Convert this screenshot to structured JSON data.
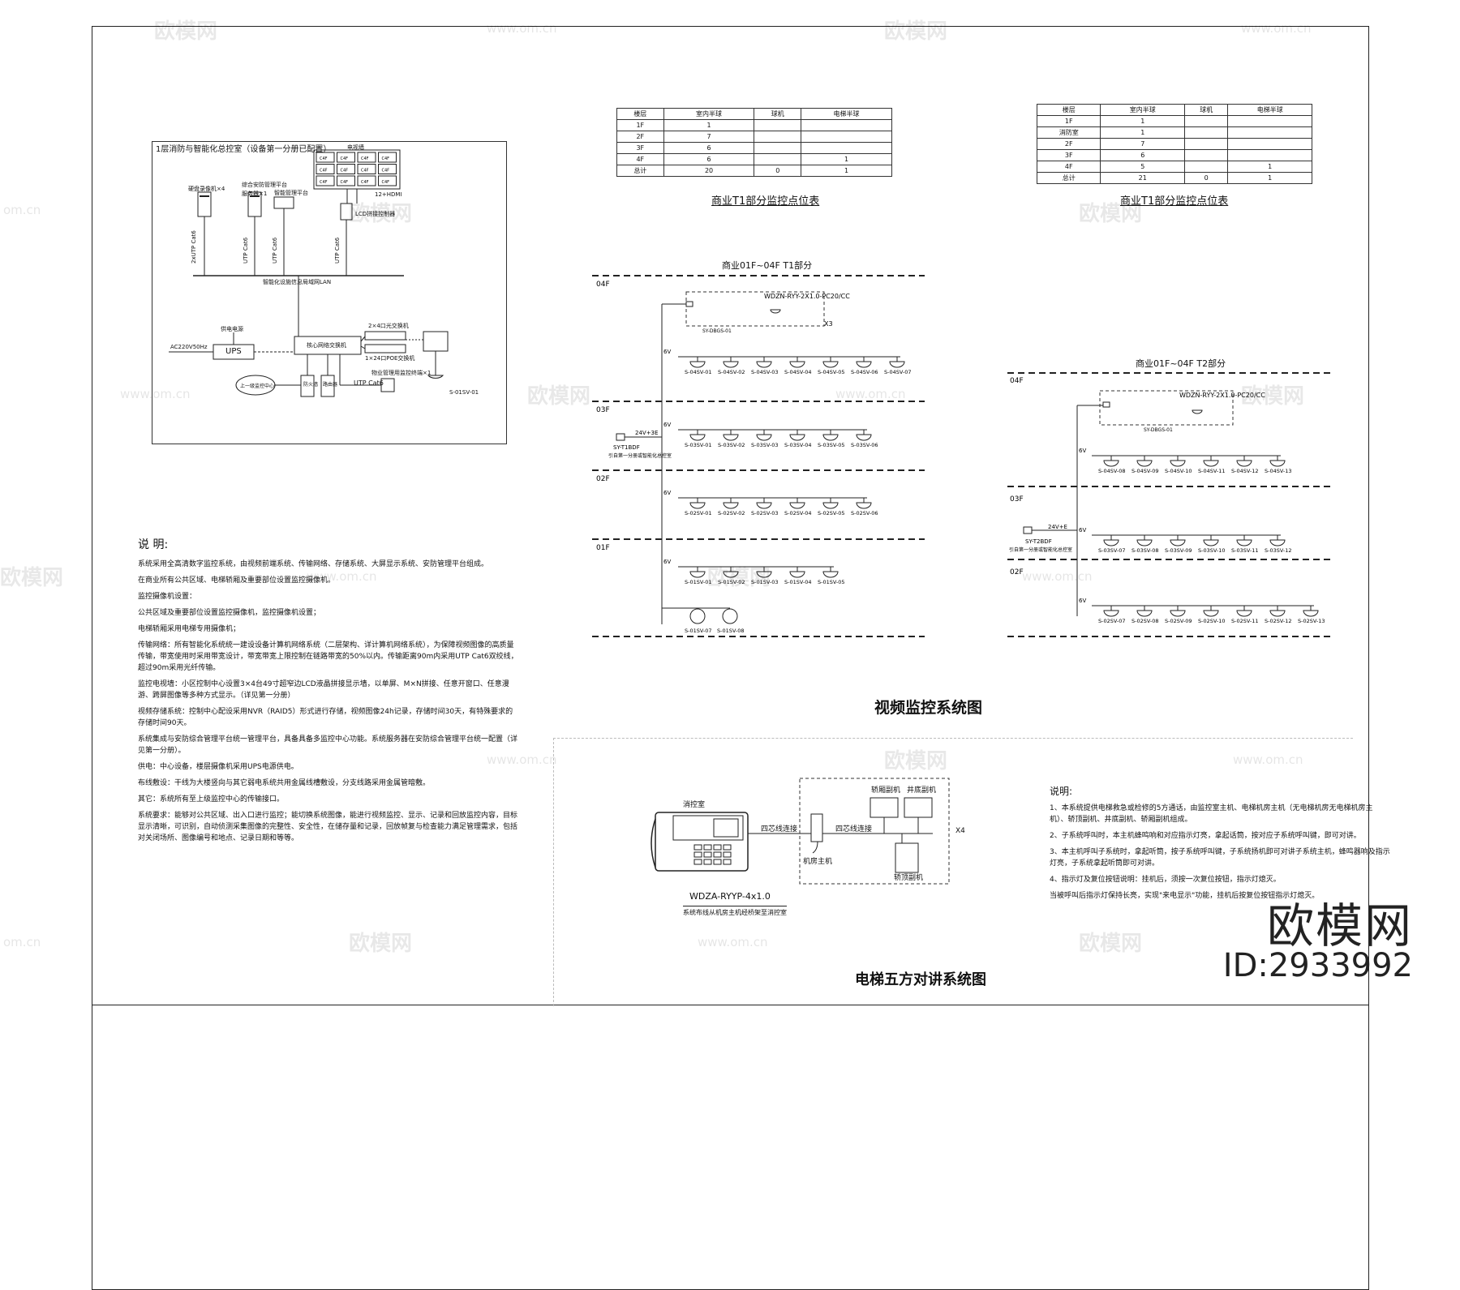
{
  "control_room": {
    "title": "1层消防与智能化总控室（设备第一分册已配置）",
    "tv_wall_label": "电视墙",
    "tv_cells": [
      "C4F",
      "C4F",
      "C4F",
      "C4F",
      "C4F",
      "C4F",
      "C4F",
      "C4F",
      "C4F",
      "C4F",
      "C4F",
      "C4F"
    ],
    "devices": [
      "硬盘录像机×4",
      "综合安防管理平台服务器×1",
      "智能管理平台",
      "12+HDMI",
      "LCD拼接控制器"
    ],
    "cables": [
      "2xUTP Cat6",
      "UTP Cat6",
      "UTP Cat6",
      "UTP Cat6"
    ],
    "network_label": "智能化设施信息局域网LAN",
    "core_switch": "核心网络交换机",
    "poe_switches": [
      "2×4口光交换机",
      "1×24口POE交换机"
    ],
    "ups": {
      "input": "AC220V50Hz",
      "label": "UPS",
      "source": "供电电源"
    },
    "cloud": "上一级监控中心",
    "firewall": "防火墙",
    "router": "路由器",
    "remote_terminal": "物业管理用监控终端×1",
    "camera_tag": "S-01SV-01",
    "utp": "UTP Cat6"
  },
  "table_t1": {
    "headers": [
      "楼层",
      "室内半球",
      "球机",
      "电梯半球"
    ],
    "rows": [
      [
        "1F",
        "1",
        "",
        ""
      ],
      [
        "2F",
        "7",
        "",
        ""
      ],
      [
        "3F",
        "6",
        "",
        ""
      ],
      [
        "4F",
        "6",
        "",
        "1"
      ],
      [
        "总计",
        "20",
        "0",
        "1"
      ]
    ],
    "caption": "商业T1部分监控点位表"
  },
  "table_t2": {
    "headers": [
      "楼层",
      "室内半球",
      "球机",
      "电梯半球"
    ],
    "rows": [
      [
        "1F",
        "1",
        "",
        ""
      ],
      [
        "消防室",
        "1",
        "",
        ""
      ],
      [
        "2F",
        "7",
        "",
        ""
      ],
      [
        "3F",
        "6",
        "",
        ""
      ],
      [
        "4F",
        "5",
        "",
        "1"
      ],
      [
        "总计",
        "21",
        "0",
        "1"
      ]
    ],
    "caption": "商业T1部分监控点位表"
  },
  "riser_t1": {
    "title": "商业01F~04F T1部分",
    "floors": [
      "04F",
      "03F",
      "02F",
      "01F"
    ],
    "cabinet_cable": "WDZN-RYY-2X1.0-PC20/CC",
    "cabinet_tag": "SY-DBGS-01",
    "x3": "X3",
    "panel": "SY-T1BDF",
    "panel_note": "引自第一分册或智能化总控室",
    "feed": "24V+3E",
    "v_label": "6V",
    "row_04f": [
      "S-04SV-01",
      "S-04SV-02",
      "S-04SV-03",
      "S-04SV-04",
      "S-04SV-05",
      "S-04SV-06",
      "S-04SV-07"
    ],
    "row_03f": [
      "S-03SV-01",
      "S-03SV-02",
      "S-03SV-03",
      "S-03SV-04",
      "S-03SV-05",
      "S-03SV-06"
    ],
    "row_02f": [
      "S-02SV-01",
      "S-02SV-02",
      "S-02SV-03",
      "S-02SV-04",
      "S-02SV-05",
      "S-02SV-06"
    ],
    "row_01f": [
      "S-01SV-01",
      "S-01SV-02",
      "S-01SV-03",
      "S-01SV-04",
      "S-01SV-05"
    ],
    "ptz": [
      "S-01SV-07",
      "S-01SV-08"
    ]
  },
  "riser_t2": {
    "title": "商业01F~04F T2部分",
    "floors": [
      "04F",
      "03F",
      "02F"
    ],
    "cabinet_cable": "WDZN-RYY-2X1.0-PC20/CC",
    "cabinet_tag": "SY-DBGS-01",
    "panel": "SY-T2BDF",
    "panel_note": "引自第一分册或智能化总控室",
    "feed": "24V+E",
    "v_label": "6V",
    "row_04f": [
      "S-04SV-08",
      "S-04SV-09",
      "S-04SV-10",
      "S-04SV-11",
      "S-04SV-12",
      "S-04SV-13"
    ],
    "row_03f": [
      "S-03SV-07",
      "S-03SV-08",
      "S-03SV-09",
      "S-03SV-10",
      "S-03SV-11",
      "S-03SV-12"
    ],
    "row_02f": [
      "S-02SV-07",
      "S-02SV-08",
      "S-02SV-09",
      "S-02SV-10",
      "S-02SV-11",
      "S-02SV-12",
      "S-02SV-13"
    ]
  },
  "video_title": "视频监控系统图",
  "notes": {
    "heading": "说  明:",
    "lines": [
      "系统采用全高清数字监控系统，由视频前端系统、传输网络、存储系统、大屏显示系统、安防管理平台组成。",
      "在商业所有公共区域、电梯轿厢及重要部位设置监控摄像机。",
      "监控摄像机设置：",
      "公共区域及重要部位设置监控摄像机，监控摄像机设置；",
      "电梯轿厢采用电梯专用摄像机；",
      "传输网络：所有智能化系统统一建设设备计算机网络系统（二层架构、详计算机网络系统），为保障视频图像的高质量传输，带宽使用时采用带宽设计，带宽带宽上限控制在链路带宽的50%以内。传输距离90m内采用UTP Cat6双绞线，超过90m采用光纤传输。",
      "监控电视墙：小区控制中心设置3×4台49寸超窄边LCD液晶拼接显示墙，以单屏、M×N拼接、任意开窗口、任意漫游、跨屏图像等多种方式显示。（详见第一分册）",
      "视频存储系统：控制中心配设采用NVR（RAID5）形式进行存储，视频图像24h记录，存储时间30天，有特殊要求的存储时间90天。",
      "系统集成与安防综合管理平台统一管理平台，具备具备多监控中心功能。系统服务器在安防综合管理平台统一配置（详见第一分册）。",
      "供电：中心设备，楼层摄像机采用UPS电源供电。",
      "布线敷设：干线为大楼竖向与其它弱电系统共用金属线槽敷设，分支线路采用金属管暗敷。",
      "其它：系统所有至上级监控中心的传输接口。",
      "系统要求：能够对公共区域、出入口进行监控；能切换系统图像，能进行视频监控、显示、记录和回放监控内容，目标显示清晰，可识别，自动侦测采集图像的完整性、安全性，在储存量和记录，回放帧复与检查能力满足管理需求，包括对关闭场所、图像编号和地点、记录日期和等等。"
    ]
  },
  "elevator": {
    "title": "电梯五方对讲系统图",
    "host_label": "消控室",
    "wire_4": "四芯线连接",
    "wire_4b": "四芯线连接",
    "machine_room": "机房主机",
    "car_unit": "轿厢副机",
    "pit_unit": "井底副机",
    "roof_unit": "轿顶副机",
    "x4": "X4",
    "cable": "WDZA-RYYP-4x1.0",
    "cable_note": "系统布线从机房主机经桥架至消控室",
    "notes_heading": "说明:",
    "notes": [
      "1、本系统提供电梯救急或检修的5方通话，由监控室主机、电梯机房主机（无电梯机房无电梯机房主机）、轿顶副机、井底副机、轿厢副机组成。",
      "2、子系统呼叫时，本主机蜂鸣响和对应指示灯亮，拿起话筒，按对应子系统呼叫键，即可对讲。",
      "3、本主机呼叫子系统时，拿起听筒，按子系统呼叫键，子系统扬机即可对讲子系统主机，蜂鸣器响及指示灯亮，子系统拿起听筒即可对讲。",
      "4、指示灯及复位按钮说明：挂机后，须按一次复位按钮，指示灯熄灭。",
      "当被呼叫后指示灯保持长亮，实现\"来电显示\"功能，挂机后按复位按钮指示灯熄灭。"
    ]
  },
  "watermark": {
    "brand": "欧模网",
    "url": "www.om.cn",
    "short": "om.cn",
    "id": "ID:2933992"
  }
}
